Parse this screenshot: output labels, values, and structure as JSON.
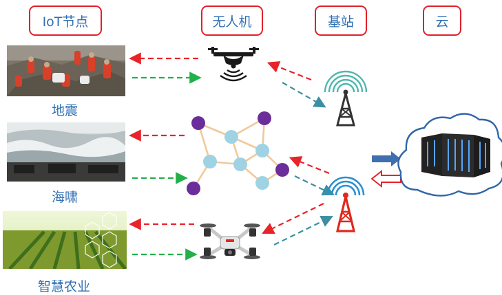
{
  "headers": {
    "iot": "IoT节点",
    "uav": "无人机",
    "base_station": "基站",
    "cloud": "云"
  },
  "scenarios": {
    "earthquake": "地震",
    "tsunami": "海啸",
    "agriculture": "智慧农业"
  },
  "colors": {
    "header_border": "#e0202a",
    "text": "#2f6fb3",
    "arrow_red": "#e8232a",
    "arrow_green": "#22b04b",
    "arrow_teal": "#3b8fa0",
    "node_purple": "#6b2d9a",
    "node_blue": "#9fd3e3",
    "edge": "#f2c89a",
    "arrow_blue": "#3f6fb0"
  },
  "icons": [
    "quadcopter-drone-icon",
    "radio-tower-icon",
    "wifi-tower-icon",
    "camera-drone-icon",
    "server-cloud-icon"
  ]
}
